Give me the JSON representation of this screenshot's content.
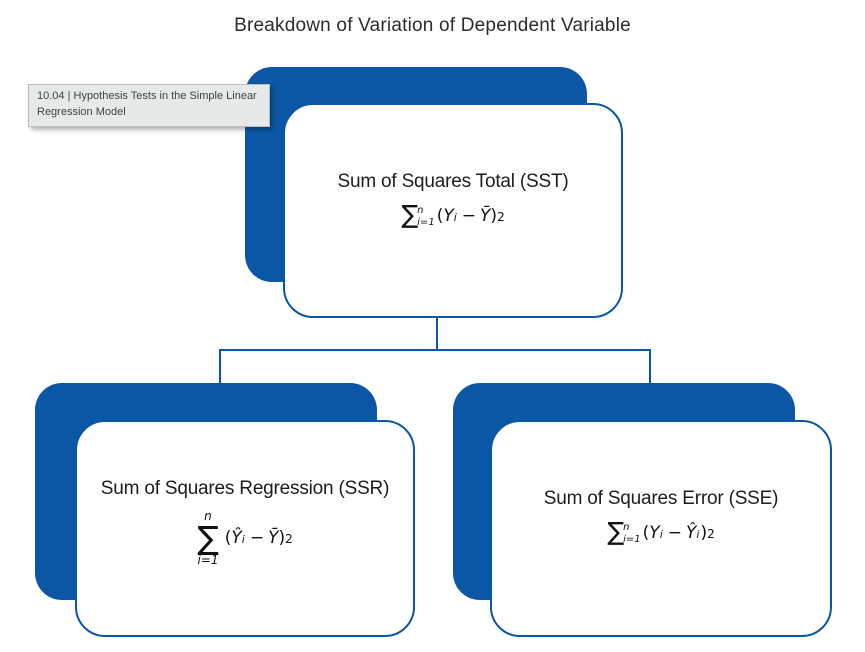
{
  "page": {
    "title": "Breakdown of Variation of Dependent Variable"
  },
  "tooltip": {
    "lines": [
      "10.04 | Hypothesis Tests in the Simple Linear",
      "Regression Model"
    ],
    "full_text": "10.04 | Hypothesis Tests in the Simple Linear Regression Model"
  },
  "colors": {
    "primary_blue": "#0b57a5",
    "card_background": "#ffffff",
    "title_text": "#2a2c2e",
    "tooltip_background": "#e7e9e9",
    "tooltip_border": "#babdbe",
    "tooltip_text": "#3e4245",
    "formula_text": "#101113"
  },
  "nodes": {
    "sst": {
      "title": "Sum of Squares Total (SST)",
      "formula": {
        "sigma": "∑",
        "sup": "n",
        "sub": "i=1",
        "lparen": "(",
        "var1": "Y",
        "var1sub": "i",
        "minus": "−",
        "var2": "Ȳ",
        "rparen": ")",
        "power": "2"
      }
    },
    "ssr": {
      "title": "Sum of Squares Regression (SSR)",
      "formula": {
        "sigma": "∑",
        "upper": "n",
        "lower": "i=1",
        "lparen": "(",
        "var1": "Ŷ",
        "var1sub": "i",
        "minus": "−",
        "var2": "Ȳ",
        "rparen": ")",
        "power": "2"
      }
    },
    "sse": {
      "title": "Sum of Squares Error (SSE)",
      "formula": {
        "sigma": "∑",
        "sup": "n",
        "sub": "i=1",
        "lparen": "(",
        "var1": "Y",
        "var1sub": "i",
        "minus": "−",
        "var2": "Ŷ",
        "var2sub": "i",
        "rparen": ")",
        "power": "2"
      }
    }
  },
  "edges": [
    {
      "from": "Sum of Squares Total (SST)",
      "to": "Sum of Squares Regression (SSR)"
    },
    {
      "from": "Sum of Squares Total (SST)",
      "to": "Sum of Squares Error (SSE)"
    }
  ]
}
